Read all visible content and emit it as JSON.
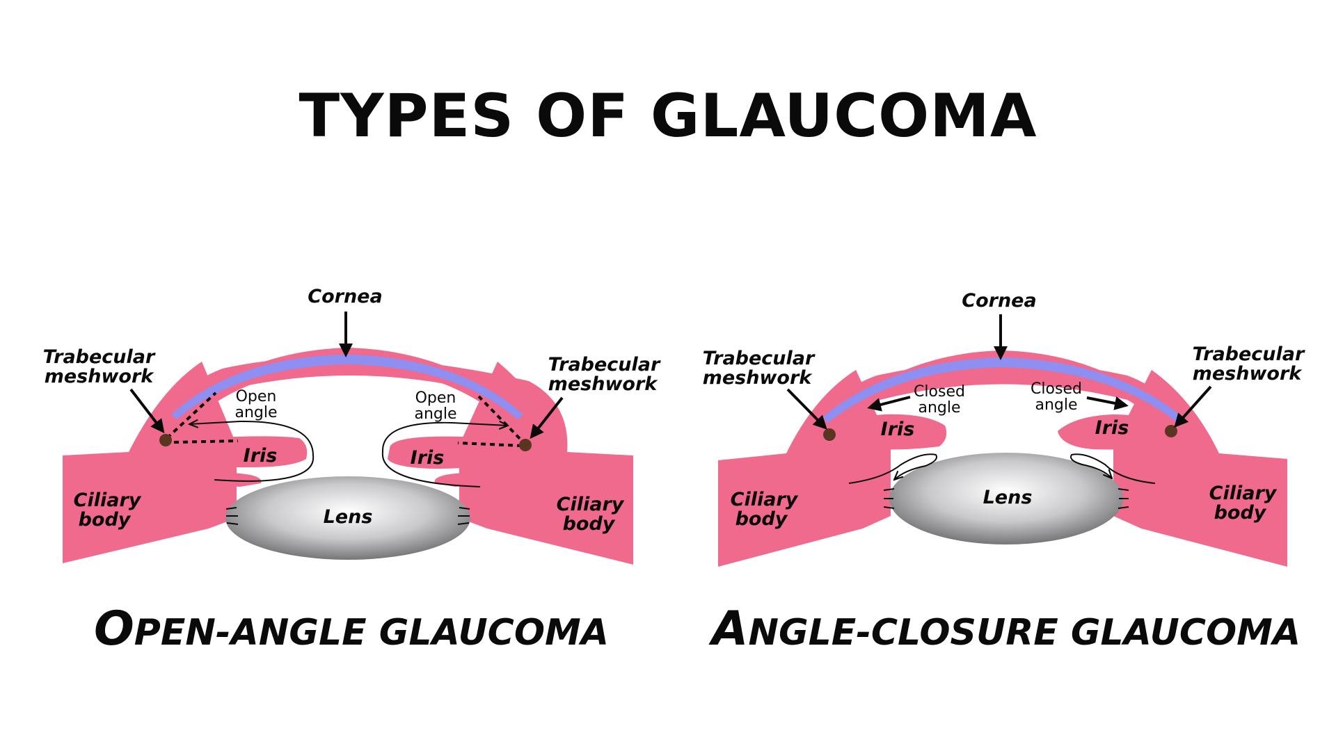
{
  "title": "TYPES OF GLAUCOMA",
  "colors": {
    "tissue": "#ef6a8c",
    "cornea_band": "#8e8ff0",
    "meshwork": "#5a3620",
    "lens_edge": "#6f6f72",
    "lens_highlight": "#ffffff"
  },
  "panels": [
    {
      "id": "open-angle",
      "caption_initial": "O",
      "caption_rest": "PEN-ANGLE GLAUCOMA",
      "labels": {
        "cornea": "Cornea",
        "trabecular_left_1": "Trabecular",
        "trabecular_left_2": "meshwork",
        "trabecular_right_1": "Trabecular",
        "trabecular_right_2": "meshwork",
        "angle_left_1": "Open",
        "angle_left_2": "angle",
        "angle_right_1": "Open",
        "angle_right_2": "angle",
        "iris_left": "Iris",
        "iris_right": "Iris",
        "ciliary_left_1": "Ciliary",
        "ciliary_left_2": "body",
        "ciliary_right_1": "Ciliary",
        "ciliary_right_2": "body",
        "lens": "Lens"
      }
    },
    {
      "id": "angle-closure",
      "caption_initial": "A",
      "caption_rest": "NGLE-CLOSURE GLAUCOMA",
      "labels": {
        "cornea": "Cornea",
        "trabecular_left_1": "Trabecular",
        "trabecular_left_2": "meshwork",
        "trabecular_right_1": "Trabecular",
        "trabecular_right_2": "meshwork",
        "angle_left_1": "Closed",
        "angle_left_2": "angle",
        "angle_right_1": "Closed",
        "angle_right_2": "angle",
        "iris_left": "Iris",
        "iris_right": "Iris",
        "ciliary_left_1": "Ciliary",
        "ciliary_left_2": "body",
        "ciliary_right_1": "Ciliary",
        "ciliary_right_2": "body",
        "lens": "Lens"
      }
    }
  ]
}
